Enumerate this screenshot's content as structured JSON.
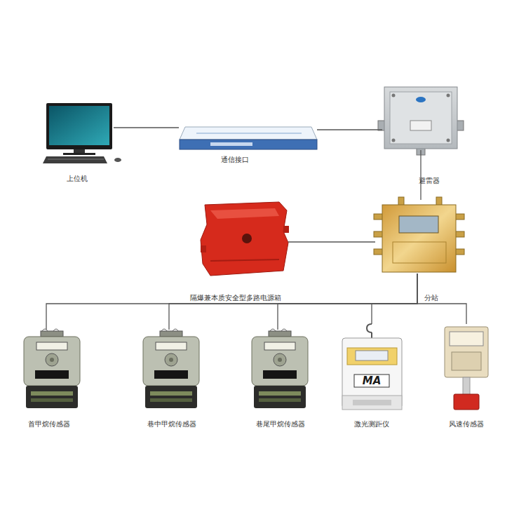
{
  "diagram": {
    "nodes": [
      {
        "text": [
          "上位机"
        ]
      },
      {
        "text": [
          "通信接口"
        ]
      },
      {
        "text": [
          "避雷器"
        ]
      },
      {
        "text": [
          "隔爆兼本质安全型多路电源箱"
        ]
      },
      {
        "text": [
          "分站"
        ]
      },
      {
        "text": [
          "首甲烷传感器"
        ]
      },
      {
        "text": [
          "巷中甲烷传感器"
        ]
      },
      {
        "text": [
          "巷尾甲烷传感器"
        ]
      },
      {
        "text": [
          "激光测距仪"
        ]
      },
      {
        "text": [
          "风速传感器"
        ]
      }
    ],
    "edges": [
      {
        "from": 0,
        "to": 1,
        "arrow": "none"
      },
      {
        "from": 1,
        "to": 2,
        "arrow": "none"
      },
      {
        "from": 2,
        "to": 4,
        "arrow": "none"
      },
      {
        "from": 3,
        "to": 4,
        "arrow": "none"
      },
      {
        "from": 4,
        "to": 5,
        "arrow": "none"
      },
      {
        "from": 4,
        "to": 6,
        "arrow": "none"
      },
      {
        "from": 4,
        "to": 7,
        "arrow": "none"
      },
      {
        "from": 4,
        "to": 8,
        "arrow": "none"
      },
      {
        "from": 4,
        "to": 9,
        "arrow": "none"
      }
    ],
    "labels": [
      "MA"
    ]
  }
}
